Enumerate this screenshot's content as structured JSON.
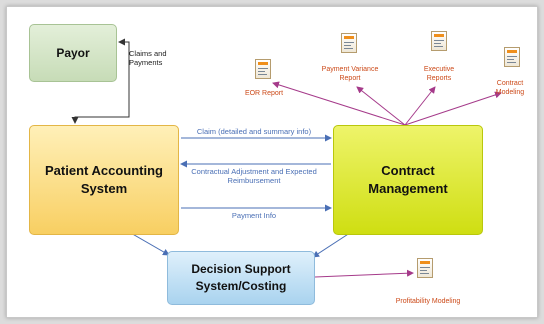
{
  "nodes": {
    "payor": "Payor",
    "patient_accounting": "Patient Accounting\nSystem",
    "contract_management": "Contract\nManagement",
    "decision_support": "Decision Support\nSystem/Costing"
  },
  "edges": {
    "claims_and_payments": "Claims and\nPayments",
    "claim_info": "Claim (detailed and summary info)",
    "contractual_adjustment": "Contractual Adjustment and Expected\nReimbursement",
    "payment_info": "Payment Info"
  },
  "reports": {
    "eor_report": "EOR Report",
    "payment_variance_report": "Payment Variance\nReport",
    "executive_reports": "Executive\nReports",
    "contract_modeling": "Contract\nModeling",
    "profitability_modeling": "Profitability Modeling"
  },
  "colors": {
    "payor_fill": "#d4e6c6",
    "patient_accounting_fill": "#fbdc86",
    "contract_management_fill": "#dce834",
    "decision_support_fill": "#c2e1f5",
    "flow_arrow": "#4a6fb5",
    "report_arrow": "#a53a8a",
    "report_label": "#cc4a19"
  },
  "icons": {
    "report": "report-document-icon"
  }
}
